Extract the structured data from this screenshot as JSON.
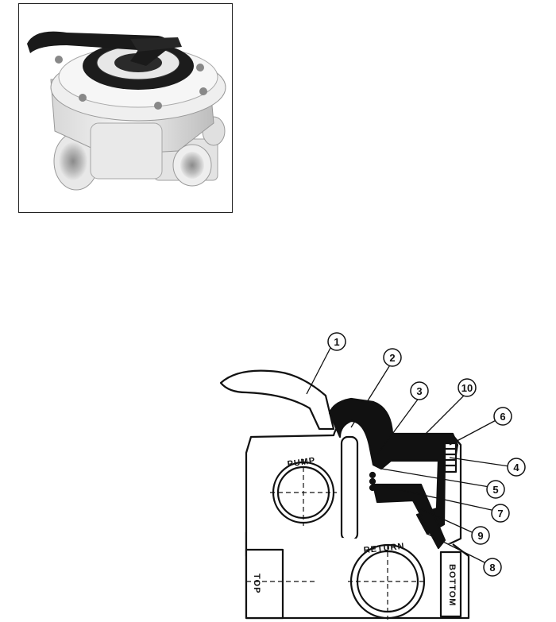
{
  "diagram": {
    "callouts": [
      "1",
      "2",
      "3",
      "10",
      "6",
      "4",
      "5",
      "7",
      "9",
      "8"
    ],
    "ports": {
      "pump": "PUMP",
      "return": "RETURN",
      "top": "TOP",
      "bottom": "BOTTOM"
    }
  }
}
